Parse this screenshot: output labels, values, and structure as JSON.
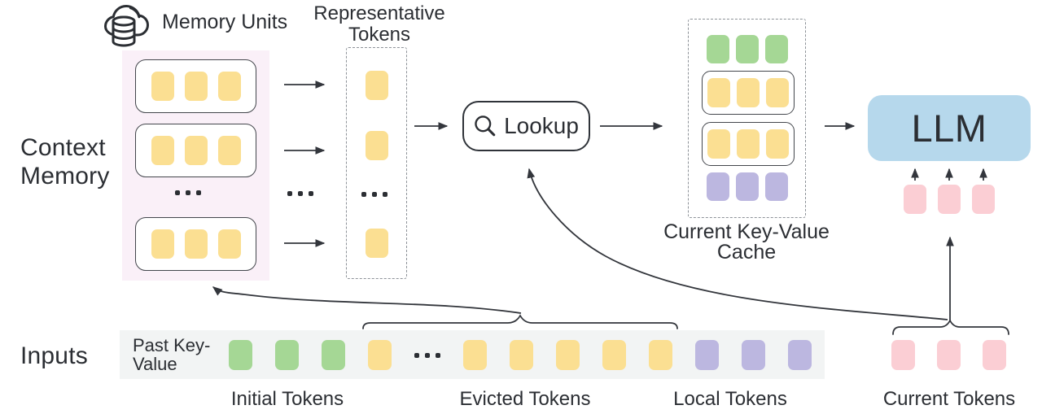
{
  "left": {
    "context_memory": "Context Memory",
    "inputs": "Inputs"
  },
  "header": {
    "memory_units": "Memory Units",
    "representative_tokens": "Representative Tokens"
  },
  "lookup": {
    "label": "Lookup"
  },
  "cache": {
    "label": "Current Key-Value Cache",
    "green_count": 3,
    "purple_count": 3,
    "yellow_per_unit": 3,
    "unit_count": 2
  },
  "llm": {
    "label": "LLM",
    "input_token_count": 3
  },
  "memory": {
    "visible_units": 3,
    "tokens_per_unit": 3
  },
  "rep_column": {
    "token_count": 3
  },
  "ellipsis": "...",
  "inputs_strip": {
    "past_key_value": "Past Key-Value",
    "sequence": [
      "green",
      "green",
      "green",
      "yellow",
      "dots",
      "yellow",
      "yellow",
      "yellow",
      "yellow",
      "yellow",
      "purple",
      "purple",
      "purple"
    ],
    "current_token_count": 3
  },
  "group_labels": [
    "Initial Tokens",
    "Evicted Tokens",
    "Local Tokens",
    "Current Tokens"
  ],
  "colors": {
    "token_yellow": "#fbdf92",
    "token_green": "#a5d795",
    "token_purple": "#bcb7e0",
    "token_pink": "#fbced4",
    "llm_blue": "#b6d8ec",
    "memory_bg": "#faf0f8",
    "strip_bg": "#f2f4f4",
    "stroke_dark": "#33363c",
    "text_dark": "#2b2e33"
  }
}
